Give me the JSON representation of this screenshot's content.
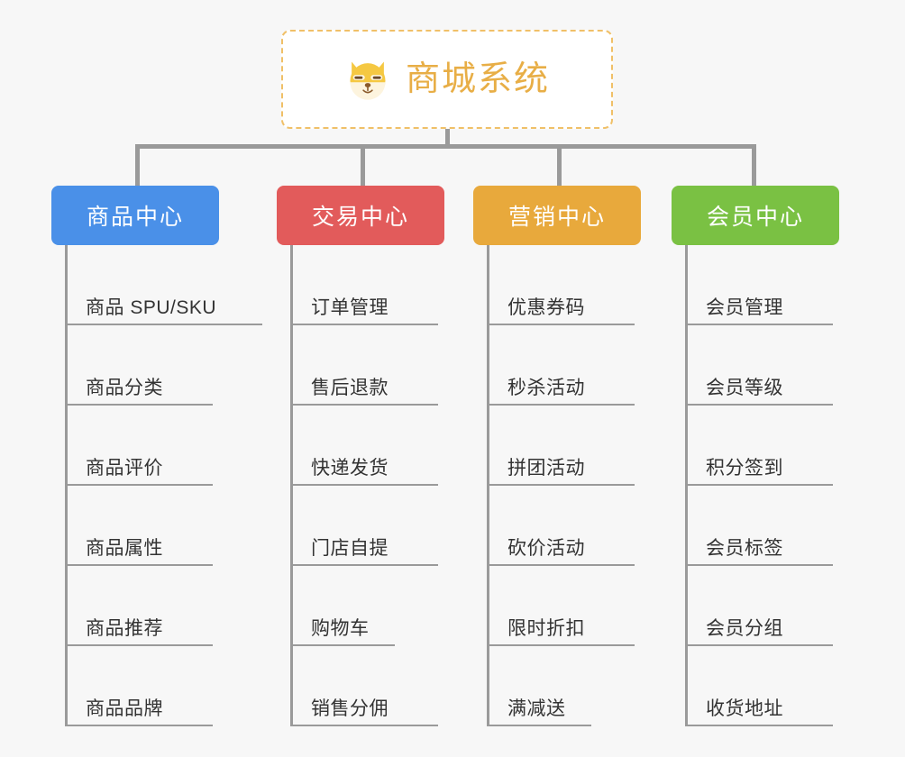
{
  "diagram": {
    "type": "mindmap-tree",
    "background_color": "#f7f7f7",
    "root": {
      "title": "商城系统",
      "icon": "shiba-dog-face-icon",
      "title_color": "#e8ae46",
      "border_color": "#f0c068",
      "background_color": "#ffffff"
    },
    "connector_color": "#9a9a9a",
    "leaf_text_color": "#333333",
    "columns": [
      {
        "label": "商品中心",
        "color": "#4a90e8",
        "items": [
          "商品 SPU/SKU",
          "商品分类",
          "商品评价",
          "商品属性",
          "商品推荐",
          "商品品牌"
        ]
      },
      {
        "label": "交易中心",
        "color": "#e25b5b",
        "items": [
          "订单管理",
          "售后退款",
          "快递发货",
          "门店自提",
          "购物车",
          "销售分佣"
        ]
      },
      {
        "label": "营销中心",
        "color": "#e8a93c",
        "items": [
          "优惠券码",
          "秒杀活动",
          "拼团活动",
          "砍价活动",
          "限时折扣",
          "满减送"
        ]
      },
      {
        "label": "会员中心",
        "color": "#7ac143",
        "items": [
          "会员管理",
          "会员等级",
          "积分签到",
          "会员标签",
          "会员分组",
          "收货地址"
        ]
      }
    ]
  }
}
